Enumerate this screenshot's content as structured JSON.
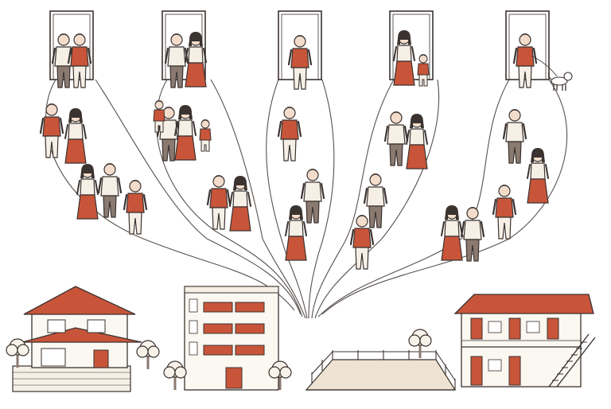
{
  "scene": {
    "background": "#ffffff",
    "colors": {
      "ink": "#3b3330",
      "accent": "#c8553a",
      "accent_light": "#e7a58a",
      "skin": "#f3dccb",
      "cream": "#f6efe6",
      "ground": "#eee3d2",
      "tree": "#f8f2ea"
    },
    "doorways": [
      {
        "id": "door-1",
        "occupants": "elderly-couple"
      },
      {
        "id": "door-2",
        "occupants": "young-couple"
      },
      {
        "id": "door-3",
        "occupants": "single-man"
      },
      {
        "id": "door-4",
        "occupants": "mother-and-child"
      },
      {
        "id": "door-5",
        "occupants": "man-walking-dog"
      }
    ],
    "destinations": [
      {
        "id": "detached-house",
        "icon": "house-icon"
      },
      {
        "id": "apartment-building",
        "icon": "apartment-icon"
      },
      {
        "id": "vacant-lot",
        "icon": "empty-land-icon"
      },
      {
        "id": "two-story-apartment",
        "icon": "apartment-complex-icon"
      }
    ]
  }
}
